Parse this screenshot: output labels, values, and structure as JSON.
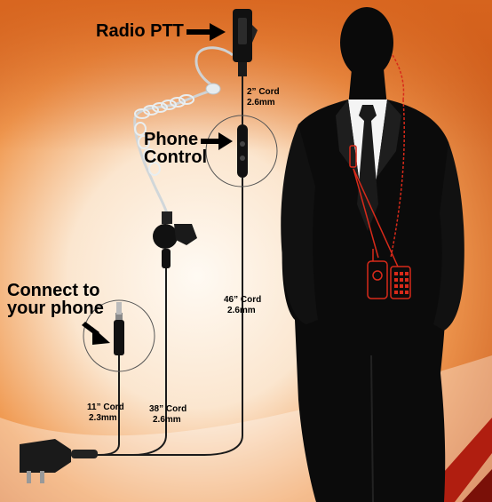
{
  "labels": {
    "radio_ptt": "Radio PTT",
    "phone_control_1": "Phone",
    "phone_control_2": "Control",
    "connect_1": "Connect to",
    "connect_2": "your phone"
  },
  "cords": {
    "top": {
      "length": "2” Cord",
      "diameter": "2.6mm"
    },
    "main": {
      "length": "46” Cord",
      "diameter": "2.6mm"
    },
    "left": {
      "length": "11” Cord",
      "diameter": "2.3mm"
    },
    "mid": {
      "length": "38” Cord",
      "diameter": "2.6mm"
    }
  },
  "colors": {
    "bg_light": "#fdf2e6",
    "bg_orange": "#e8742a",
    "bg_dark": "#b04a10",
    "wire": "#1a1a1a",
    "red_accent": "#d82a1a"
  }
}
